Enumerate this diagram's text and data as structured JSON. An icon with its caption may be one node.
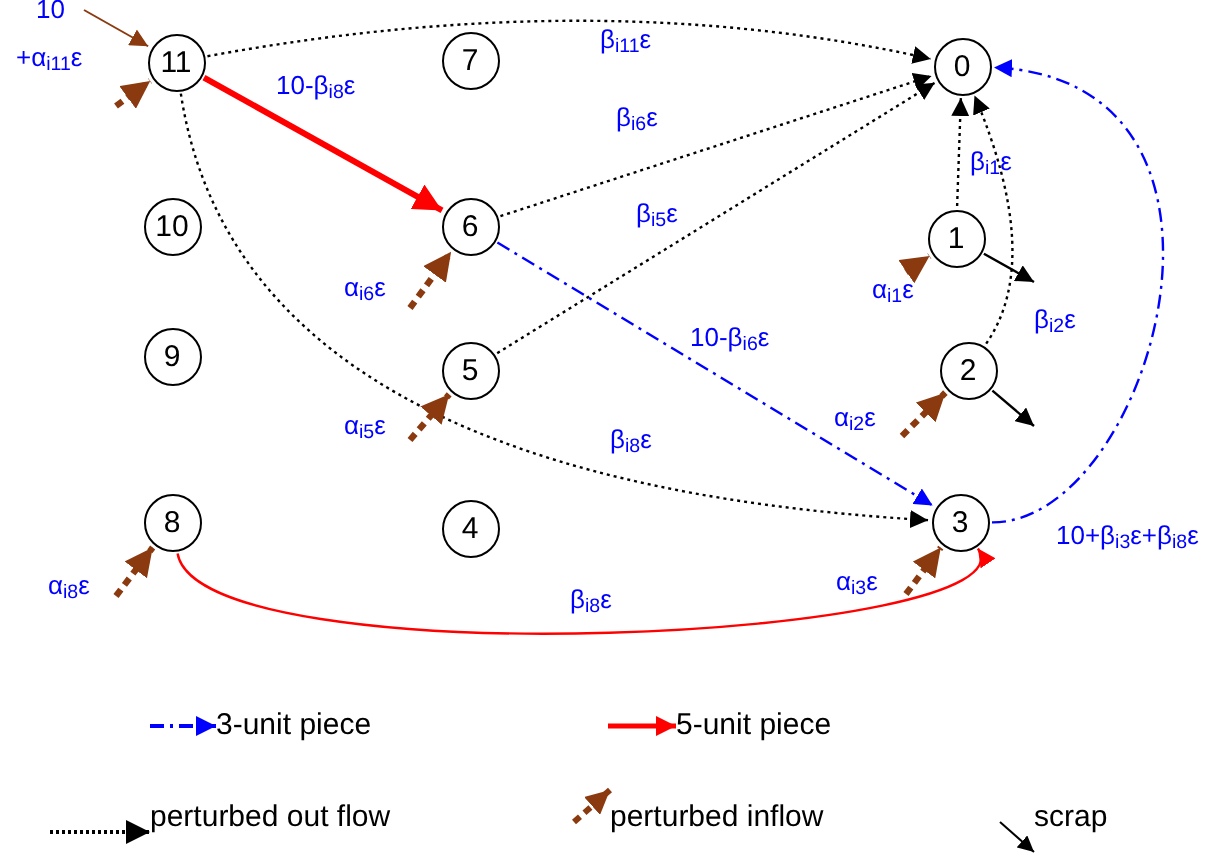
{
  "diagram": {
    "nodes": [
      {
        "text": [
          "0"
        ]
      },
      {
        "text": [
          "1"
        ]
      },
      {
        "text": [
          "2"
        ]
      },
      {
        "text": [
          "3"
        ]
      },
      {
        "text": [
          "4"
        ]
      },
      {
        "text": [
          "5"
        ]
      },
      {
        "text": [
          "6"
        ]
      },
      {
        "text": [
          "7"
        ]
      },
      {
        "text": [
          "8"
        ]
      },
      {
        "text": [
          "9"
        ]
      },
      {
        "text": [
          "10"
        ]
      },
      {
        "text": [
          "11"
        ]
      }
    ],
    "edges": [
      {
        "from": 11,
        "to": 0,
        "arrow": "to",
        "label": "β$_{i11}$ε",
        "style": "dashed"
      },
      {
        "from": 11,
        "to": 6,
        "arrow": "to",
        "label": "10-β$_{i8}$ε",
        "style": "thick",
        "color": "#ff0000"
      },
      {
        "from": 6,
        "to": 0,
        "arrow": "to",
        "label": "β$_{i6}$ε",
        "style": "dashed"
      },
      {
        "from": 5,
        "to": 0,
        "arrow": "to",
        "label": "β$_{i5}$ε",
        "style": "dashed"
      },
      {
        "from": 11,
        "to": 3,
        "arrow": "to",
        "label": "β$_{i8}$ε",
        "style": "dashed"
      },
      {
        "from": 6,
        "to": 3,
        "arrow": "to",
        "label": "10-β$_{i6}$ε",
        "style": "dashed",
        "color": "#0000ff"
      },
      {
        "from": 1,
        "to": 0,
        "arrow": "to",
        "label": "β$_{i1}$ε",
        "style": "dashed"
      },
      {
        "from": 2,
        "to": 0,
        "arrow": "to",
        "label": "β$_{i2}$ε",
        "style": "dashed"
      },
      {
        "from": 3,
        "to": 0,
        "arrow": "to",
        "label": "10+β$_{i3}$ε+β$_{i8}$ε",
        "style": "dashed",
        "color": "#0000ff"
      },
      {
        "from": 8,
        "to": 3,
        "arrow": "to",
        "label": "β$_{i8}$ε",
        "color": "#ff0000"
      },
      {
        "from": null,
        "to": 11,
        "arrow": "to",
        "label": "10",
        "color": "#8b3a0f"
      },
      {
        "from": null,
        "to": 11,
        "arrow": "to",
        "label": "+α$_{i11}$ε",
        "style": "dashed",
        "color": "#8b3a0f"
      },
      {
        "from": null,
        "to": 6,
        "arrow": "to",
        "label": "α$_{i6}$ε",
        "style": "dashed",
        "color": "#8b3a0f"
      },
      {
        "from": null,
        "to": 5,
        "arrow": "to",
        "label": "α$_{i5}$ε",
        "style": "dashed",
        "color": "#8b3a0f"
      },
      {
        "from": null,
        "to": 8,
        "arrow": "to",
        "label": "α$_{i8}$ε",
        "style": "dashed",
        "color": "#8b3a0f"
      },
      {
        "from": null,
        "to": 1,
        "arrow": "to",
        "label": "α$_{i1}$ε",
        "style": "dashed",
        "color": "#8b3a0f"
      },
      {
        "from": null,
        "to": 2,
        "arrow": "to",
        "label": "α$_{i2}$ε",
        "style": "dashed",
        "color": "#8b3a0f"
      },
      {
        "from": null,
        "to": 3,
        "arrow": "to",
        "label": "α$_{i3}$ε",
        "style": "dashed",
        "color": "#8b3a0f"
      },
      {
        "from": 1,
        "to": null,
        "arrow": "to"
      },
      {
        "from": 2,
        "to": null,
        "arrow": "to"
      }
    ],
    "legend": [
      {
        "text": "3-unit piece"
      },
      {
        "text": "5-unit piece"
      },
      {
        "text": "perturbed out flow"
      },
      {
        "text": "perturbed inflow"
      },
      {
        "text": "scrap"
      }
    ]
  }
}
